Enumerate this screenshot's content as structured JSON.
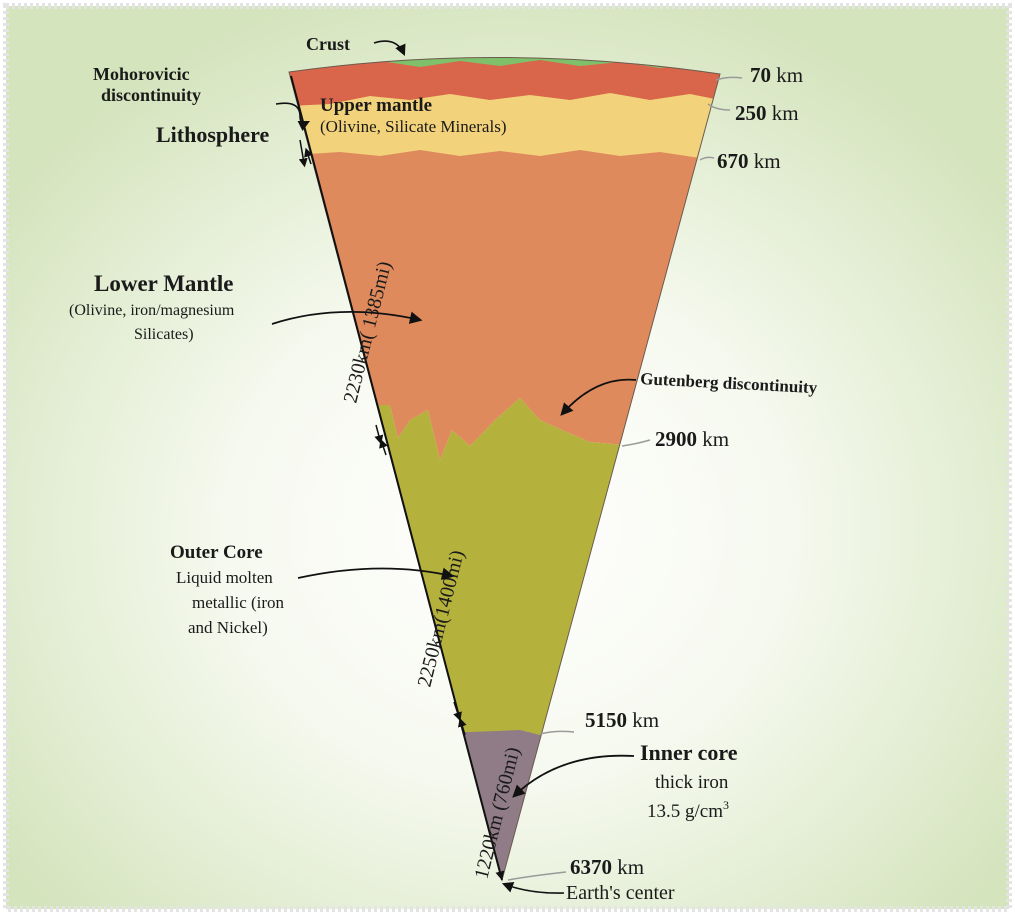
{
  "labels": {
    "crust": "Crust",
    "moho_line1": "Mohorovicic",
    "moho_line2": "discontinuity",
    "upper_mantle": "Upper mantle",
    "upper_mantle_sub": "(Olivine, Silicate Minerals)",
    "lithosphere": "Lithosphere",
    "lower_mantle": "Lower Mantle",
    "lower_mantle_sub1": "(Olivine, iron/magnesium",
    "lower_mantle_sub2": "Silicates)",
    "gutenberg": "Gutenberg discontinuity",
    "outer_core": "Outer Core",
    "outer_core_sub1": "Liquid molten",
    "outer_core_sub2": "metallic (iron",
    "outer_core_sub3": "and Nickel)",
    "inner_core": "Inner core",
    "inner_core_sub1": "thick iron",
    "inner_core_density": "13.5 g/cm",
    "inner_core_density_exp": "3",
    "earth_center": "Earth's center"
  },
  "depths": [
    {
      "value": "70",
      "unit": "km"
    },
    {
      "value": "250",
      "unit": "km"
    },
    {
      "value": "670",
      "unit": "km"
    },
    {
      "value": "2900",
      "unit": "km"
    },
    {
      "value": "5150",
      "unit": "km"
    },
    {
      "value": "6370",
      "unit": "km"
    }
  ],
  "thickness": {
    "mantle": "2230km( 1385mi)",
    "outer_core": "2250km(1400mi)",
    "inner_core": "1220km (760mi)"
  },
  "colors": {
    "crust": "#7fc06a",
    "moho": "#d9654a",
    "upper_mantle": "#f2d27a",
    "lower_mantle": "#de8a5c",
    "outer_core": "#b4b23c",
    "inner_core": "#8f7c86",
    "background_glow": "#d6e6bf"
  }
}
